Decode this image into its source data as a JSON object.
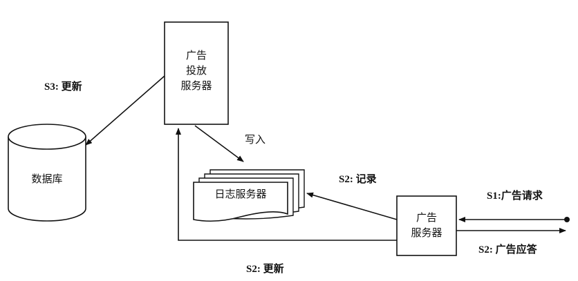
{
  "nodes": {
    "ad_delivery_server": {
      "line1": "广告",
      "line2": "投放",
      "line3": "服务器"
    },
    "database": {
      "label": "数据库"
    },
    "log_server": {
      "label": "日志服务器"
    },
    "ad_server": {
      "line1": "广告",
      "line2": "服务器"
    }
  },
  "edges": {
    "s3_update": "S3: 更新",
    "write": "写入",
    "s2_record": "S2: 记录",
    "s1_request": "S1:广告请求",
    "s2_response": "S2: 广告应答",
    "s2_update": "S2: 更新"
  },
  "colors": {
    "stroke": "#111111",
    "background": "#ffffff"
  }
}
